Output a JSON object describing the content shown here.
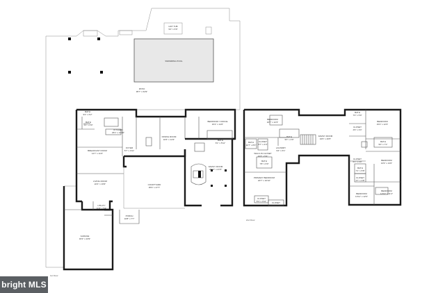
{
  "floors": [
    {
      "label": "1st Floor"
    },
    {
      "label": "2nd Floor"
    }
  ],
  "rooms": [
    {
      "id": "hot-tub",
      "name": "HOT TUB",
      "dims": "9'2\" x 6'9\""
    },
    {
      "id": "swimming-pool",
      "name": "SWIMMING POOL",
      "dims": ""
    },
    {
      "id": "patio",
      "name": "PATIO",
      "dims": "95'7\" x 64'9\""
    },
    {
      "id": "bath-1",
      "name": "BATH",
      "dims": "9'4\" x 6'2\""
    },
    {
      "id": "bath-2",
      "name": "BATH",
      "dims": "5'4\" x 4'9\""
    },
    {
      "id": "kitchen",
      "name": "KITCHEN",
      "dims": "26'1\" x 14'10\""
    },
    {
      "id": "breakfast-room",
      "name": "BREAKFAST ROOM",
      "dims": "14'7\" x 11'6\""
    },
    {
      "id": "dining-room",
      "name": "DINING ROOM",
      "dims": "16'6\" x 14'3\""
    },
    {
      "id": "bedroom-office",
      "name": "BEDROOM / OFFICE",
      "dims": "15'4\" x 14'6\""
    },
    {
      "id": "bath-3",
      "name": "BATH",
      "dims": "6'1\" x 5'11\""
    },
    {
      "id": "foyer",
      "name": "FOYER",
      "dims": "5'7\" x 4'11\""
    },
    {
      "id": "family-room",
      "name": "FAMILY ROOM",
      "dims": "28'10\" x 21'5\""
    },
    {
      "id": "living-room",
      "name": "LIVING ROOM",
      "dims": "22'4\" x 19'9\""
    },
    {
      "id": "courtyard",
      "name": "COURTYARD",
      "dims": "35'9\" x 27'7\""
    },
    {
      "id": "utility",
      "name": "UTILITY",
      "dims": "11'9\" x 5'4\""
    },
    {
      "id": "porch",
      "name": "PORCH",
      "dims": "10'8\" x 7'7\""
    },
    {
      "id": "garage",
      "name": "GARAGE",
      "dims": "33'3\" x 23'9\""
    },
    {
      "id": "bedroom-1",
      "name": "BEDROOM",
      "dims": "16'7\" x 12'3\""
    },
    {
      "id": "bath-4",
      "name": "BATH",
      "dims": "9'0\" x 4'9\""
    },
    {
      "id": "closet-1",
      "name": "CLOSET",
      "dims": "5'7\" x 4'4\""
    },
    {
      "id": "bath-5",
      "name": "BATH",
      "dims": "10'7\" x 8'3\""
    },
    {
      "id": "laundry",
      "name": "LAUNDRY",
      "dims": "9'4\" x 6'1\""
    },
    {
      "id": "walk-in-closet",
      "name": "WALK-IN CLOSET",
      "dims": "10'2\" x 5'4\""
    },
    {
      "id": "bath-6",
      "name": "BATH",
      "dims": "7'8\" x 6'0\""
    },
    {
      "id": "primary-bedroom",
      "name": "PRIMARY BEDROOM",
      "dims": "20'7\" x 16'10\""
    },
    {
      "id": "closet-2",
      "name": "CLOSET",
      "dims": "8'4\" x 3'11\""
    },
    {
      "id": "closet-3",
      "name": "CLOSET",
      "dims": "8'4\" x 4'6\""
    },
    {
      "id": "family-room-2",
      "name": "FAMILY ROOM",
      "dims": "34'6\" x 26'5\""
    },
    {
      "id": "bath-7",
      "name": "BATH",
      "dims": "7'0\" x 5'9\""
    },
    {
      "id": "closet-4",
      "name": "CLOSET",
      "dims": "4'9\" x 3'4\""
    },
    {
      "id": "bedroom-2",
      "name": "BEDROOM",
      "dims": "15'4\" x 12'3\""
    },
    {
      "id": "bath-8",
      "name": "BATH",
      "dims": "9'0\" x 7'1\""
    },
    {
      "id": "bedroom-3",
      "name": "BEDROOM",
      "dims": "13'9\" x 13'0\""
    },
    {
      "id": "closet-5",
      "name": "CLOSET",
      "dims": "6'1\" x 3'9\""
    },
    {
      "id": "bath-9",
      "name": "BATH",
      "dims": "7'1\" x 5'8\""
    },
    {
      "id": "closet-6",
      "name": "CLOSET",
      "dims": "4'7\" x 3'8\""
    },
    {
      "id": "bedroom-4",
      "name": "BEDROOM",
      "dims": "13'11\" x 12'9\""
    },
    {
      "id": "bedroom-5",
      "name": "BEDROOM",
      "dims": "12'10\" x 11'4\""
    }
  ],
  "watermark": "bright MLS"
}
